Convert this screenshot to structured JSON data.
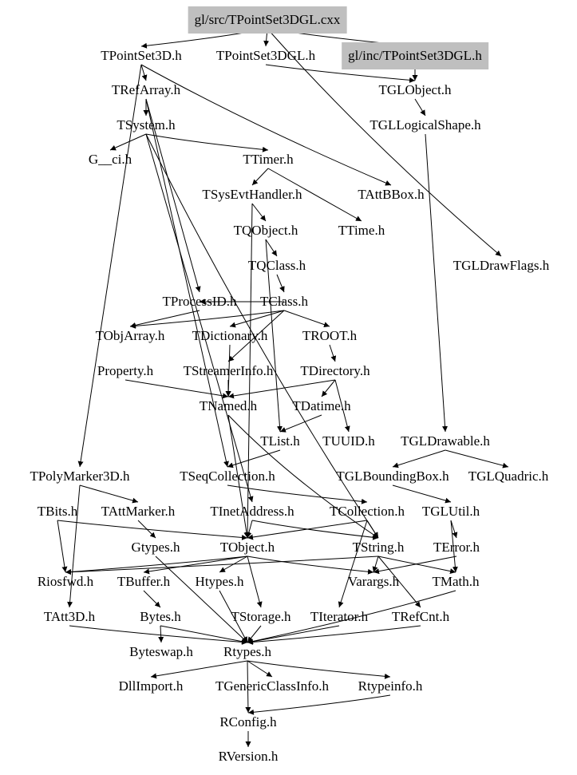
{
  "nodes": [
    {
      "id": "src",
      "label": "gl/src/TPointSet3DGL.cxx",
      "highlighted": true
    },
    {
      "id": "TPointSet3D",
      "label": "TPointSet3D.h"
    },
    {
      "id": "TPointSet3DGL",
      "label": "TPointSet3DGL.h"
    },
    {
      "id": "inc",
      "label": "gl/inc/TPointSet3DGL.h",
      "highlighted": true
    },
    {
      "id": "TRefArray",
      "label": "TRefArray.h"
    },
    {
      "id": "TGLObject",
      "label": "TGLObject.h"
    },
    {
      "id": "TSystem",
      "label": "TSystem.h"
    },
    {
      "id": "TGLLogicalShape",
      "label": "TGLLogicalShape.h"
    },
    {
      "id": "G__ci",
      "label": "G__ci.h"
    },
    {
      "id": "TTimer",
      "label": "TTimer.h"
    },
    {
      "id": "TSysEvtHandler",
      "label": "TSysEvtHandler.h"
    },
    {
      "id": "TAttBBox",
      "label": "TAttBBox.h"
    },
    {
      "id": "TQObject",
      "label": "TQObject.h"
    },
    {
      "id": "TTime",
      "label": "TTime.h"
    },
    {
      "id": "TGLDrawFlags",
      "label": "TGLDrawFlags.h"
    },
    {
      "id": "TQClass",
      "label": "TQClass.h"
    },
    {
      "id": "TProcessID",
      "label": "TProcessID.h"
    },
    {
      "id": "TClass",
      "label": "TClass.h"
    },
    {
      "id": "TObjArray",
      "label": "TObjArray.h"
    },
    {
      "id": "TDictionary",
      "label": "TDictionary.h"
    },
    {
      "id": "TROOT",
      "label": "TROOT.h"
    },
    {
      "id": "Property",
      "label": "Property.h"
    },
    {
      "id": "TStreamerInfo",
      "label": "TStreamerInfo.h"
    },
    {
      "id": "TDirectory",
      "label": "TDirectory.h"
    },
    {
      "id": "TNamed",
      "label": "TNamed.h"
    },
    {
      "id": "TDatime",
      "label": "TDatime.h"
    },
    {
      "id": "TList",
      "label": "TList.h"
    },
    {
      "id": "TUUID",
      "label": "TUUID.h"
    },
    {
      "id": "TGLDrawable",
      "label": "TGLDrawable.h"
    },
    {
      "id": "TPolyMarker3D",
      "label": "TPolyMarker3D.h"
    },
    {
      "id": "TSeqCollection",
      "label": "TSeqCollection.h"
    },
    {
      "id": "TGLBoundingBox",
      "label": "TGLBoundingBox.h"
    },
    {
      "id": "TGLQuadric",
      "label": "TGLQuadric.h"
    },
    {
      "id": "TBits",
      "label": "TBits.h"
    },
    {
      "id": "TAttMarker",
      "label": "TAttMarker.h"
    },
    {
      "id": "TInetAddress",
      "label": "TInetAddress.h"
    },
    {
      "id": "TCollection",
      "label": "TCollection.h"
    },
    {
      "id": "TGLUtil",
      "label": "TGLUtil.h"
    },
    {
      "id": "Gtypes",
      "label": "Gtypes.h"
    },
    {
      "id": "TObject",
      "label": "TObject.h"
    },
    {
      "id": "TString",
      "label": "TString.h"
    },
    {
      "id": "TError",
      "label": "TError.h"
    },
    {
      "id": "Riosfwd",
      "label": "Riosfwd.h"
    },
    {
      "id": "TBuffer",
      "label": "TBuffer.h"
    },
    {
      "id": "Htypes",
      "label": "Htypes.h"
    },
    {
      "id": "Varargs",
      "label": "Varargs.h"
    },
    {
      "id": "TMath",
      "label": "TMath.h"
    },
    {
      "id": "TAtt3D",
      "label": "TAtt3D.h"
    },
    {
      "id": "Bytes",
      "label": "Bytes.h"
    },
    {
      "id": "TStorage",
      "label": "TStorage.h"
    },
    {
      "id": "TIterator",
      "label": "TIterator.h"
    },
    {
      "id": "TRefCnt",
      "label": "TRefCnt.h"
    },
    {
      "id": "Byteswap",
      "label": "Byteswap.h"
    },
    {
      "id": "Rtypes",
      "label": "Rtypes.h"
    },
    {
      "id": "DllImport",
      "label": "DllImport.h"
    },
    {
      "id": "TGenericClassInfo",
      "label": "TGenericClassInfo.h"
    },
    {
      "id": "Rtypeinfo",
      "label": "Rtypeinfo.h"
    },
    {
      "id": "RConfig",
      "label": "RConfig.h"
    },
    {
      "id": "RVersion",
      "label": "RVersion.h"
    }
  ],
  "edges": [
    [
      "src",
      "TPointSet3D"
    ],
    [
      "src",
      "TPointSet3DGL"
    ],
    [
      "src",
      "inc"
    ],
    [
      "src",
      "TGLDrawFlags"
    ],
    [
      "TPointSet3D",
      "TRefArray"
    ],
    [
      "TPointSet3D",
      "TPolyMarker3D"
    ],
    [
      "TPointSet3D",
      "TAttBBox"
    ],
    [
      "TPointSet3DGL",
      "TGLObject"
    ],
    [
      "inc",
      "TGLObject"
    ],
    [
      "TRefArray",
      "TSystem"
    ],
    [
      "TRefArray",
      "TProcessID"
    ],
    [
      "TRefArray",
      "TSeqCollection"
    ],
    [
      "TGLObject",
      "TGLLogicalShape"
    ],
    [
      "TGLLogicalShape",
      "TGLDrawable"
    ],
    [
      "TSystem",
      "G__ci"
    ],
    [
      "TSystem",
      "TTimer"
    ],
    [
      "TSystem",
      "TInetAddress"
    ],
    [
      "TSystem",
      "TString"
    ],
    [
      "TTimer",
      "TSysEvtHandler"
    ],
    [
      "TTimer",
      "TTime"
    ],
    [
      "TSysEvtHandler",
      "TQObject"
    ],
    [
      "TSysEvtHandler",
      "TObject"
    ],
    [
      "TQObject",
      "TQClass"
    ],
    [
      "TQObject",
      "TList"
    ],
    [
      "TQClass",
      "TClass"
    ],
    [
      "TClass",
      "TProcessID"
    ],
    [
      "TClass",
      "TDictionary"
    ],
    [
      "TClass",
      "TROOT"
    ],
    [
      "TClass",
      "TObjArray"
    ],
    [
      "TClass",
      "TStreamerInfo"
    ],
    [
      "TProcessID",
      "TObjArray"
    ],
    [
      "TDictionary",
      "TNamed"
    ],
    [
      "Property",
      "TNamed"
    ],
    [
      "TROOT",
      "TDirectory"
    ],
    [
      "TDirectory",
      "TNamed"
    ],
    [
      "TDirectory",
      "TDatime"
    ],
    [
      "TDirectory",
      "TUUID"
    ],
    [
      "TStreamerInfo",
      "TNamed"
    ],
    [
      "TNamed",
      "TObject"
    ],
    [
      "TNamed",
      "TString"
    ],
    [
      "TDatime",
      "TList"
    ],
    [
      "TList",
      "TSeqCollection"
    ],
    [
      "TGLDrawable",
      "TGLBoundingBox"
    ],
    [
      "TGLDrawable",
      "TGLQuadric"
    ],
    [
      "TPolyMarker3D",
      "TAtt3D"
    ],
    [
      "TPolyMarker3D",
      "TAttMarker"
    ],
    [
      "TSeqCollection",
      "TCollection"
    ],
    [
      "TGLBoundingBox",
      "TGLUtil"
    ],
    [
      "TBits",
      "Riosfwd"
    ],
    [
      "TBits",
      "TObject"
    ],
    [
      "TAttMarker",
      "Gtypes"
    ],
    [
      "TInetAddress",
      "TObject"
    ],
    [
      "TInetAddress",
      "TString"
    ],
    [
      "TCollection",
      "TObject"
    ],
    [
      "TCollection",
      "TIterator"
    ],
    [
      "TCollection",
      "TString"
    ],
    [
      "TGLUtil",
      "TError"
    ],
    [
      "TGLUtil",
      "TMath"
    ],
    [
      "TObject",
      "Riosfwd"
    ],
    [
      "TObject",
      "Htypes"
    ],
    [
      "TObject",
      "TStorage"
    ],
    [
      "TObject",
      "Varargs"
    ],
    [
      "TObject",
      "TBuffer"
    ],
    [
      "TString",
      "TRefCnt"
    ],
    [
      "TString",
      "Riosfwd"
    ],
    [
      "TString",
      "Varargs"
    ],
    [
      "TString",
      "TMath"
    ],
    [
      "TError",
      "Varargs"
    ],
    [
      "TBuffer",
      "Bytes"
    ],
    [
      "Htypes",
      "Rtypes"
    ],
    [
      "Gtypes",
      "Rtypes"
    ],
    [
      "TAtt3D",
      "Rtypes"
    ],
    [
      "Bytes",
      "Rtypes"
    ],
    [
      "Bytes",
      "Byteswap"
    ],
    [
      "TStorage",
      "Rtypes"
    ],
    [
      "TIterator",
      "Rtypes"
    ],
    [
      "TRefCnt",
      "Rtypes"
    ],
    [
      "TMath",
      "Rtypes"
    ],
    [
      "Rtypes",
      "DllImport"
    ],
    [
      "Rtypes",
      "TGenericClassInfo"
    ],
    [
      "Rtypes",
      "Rtypeinfo"
    ],
    [
      "Rtypes",
      "RConfig"
    ],
    [
      "Rtypeinfo",
      "RConfig"
    ],
    [
      "RConfig",
      "RVersion"
    ]
  ]
}
